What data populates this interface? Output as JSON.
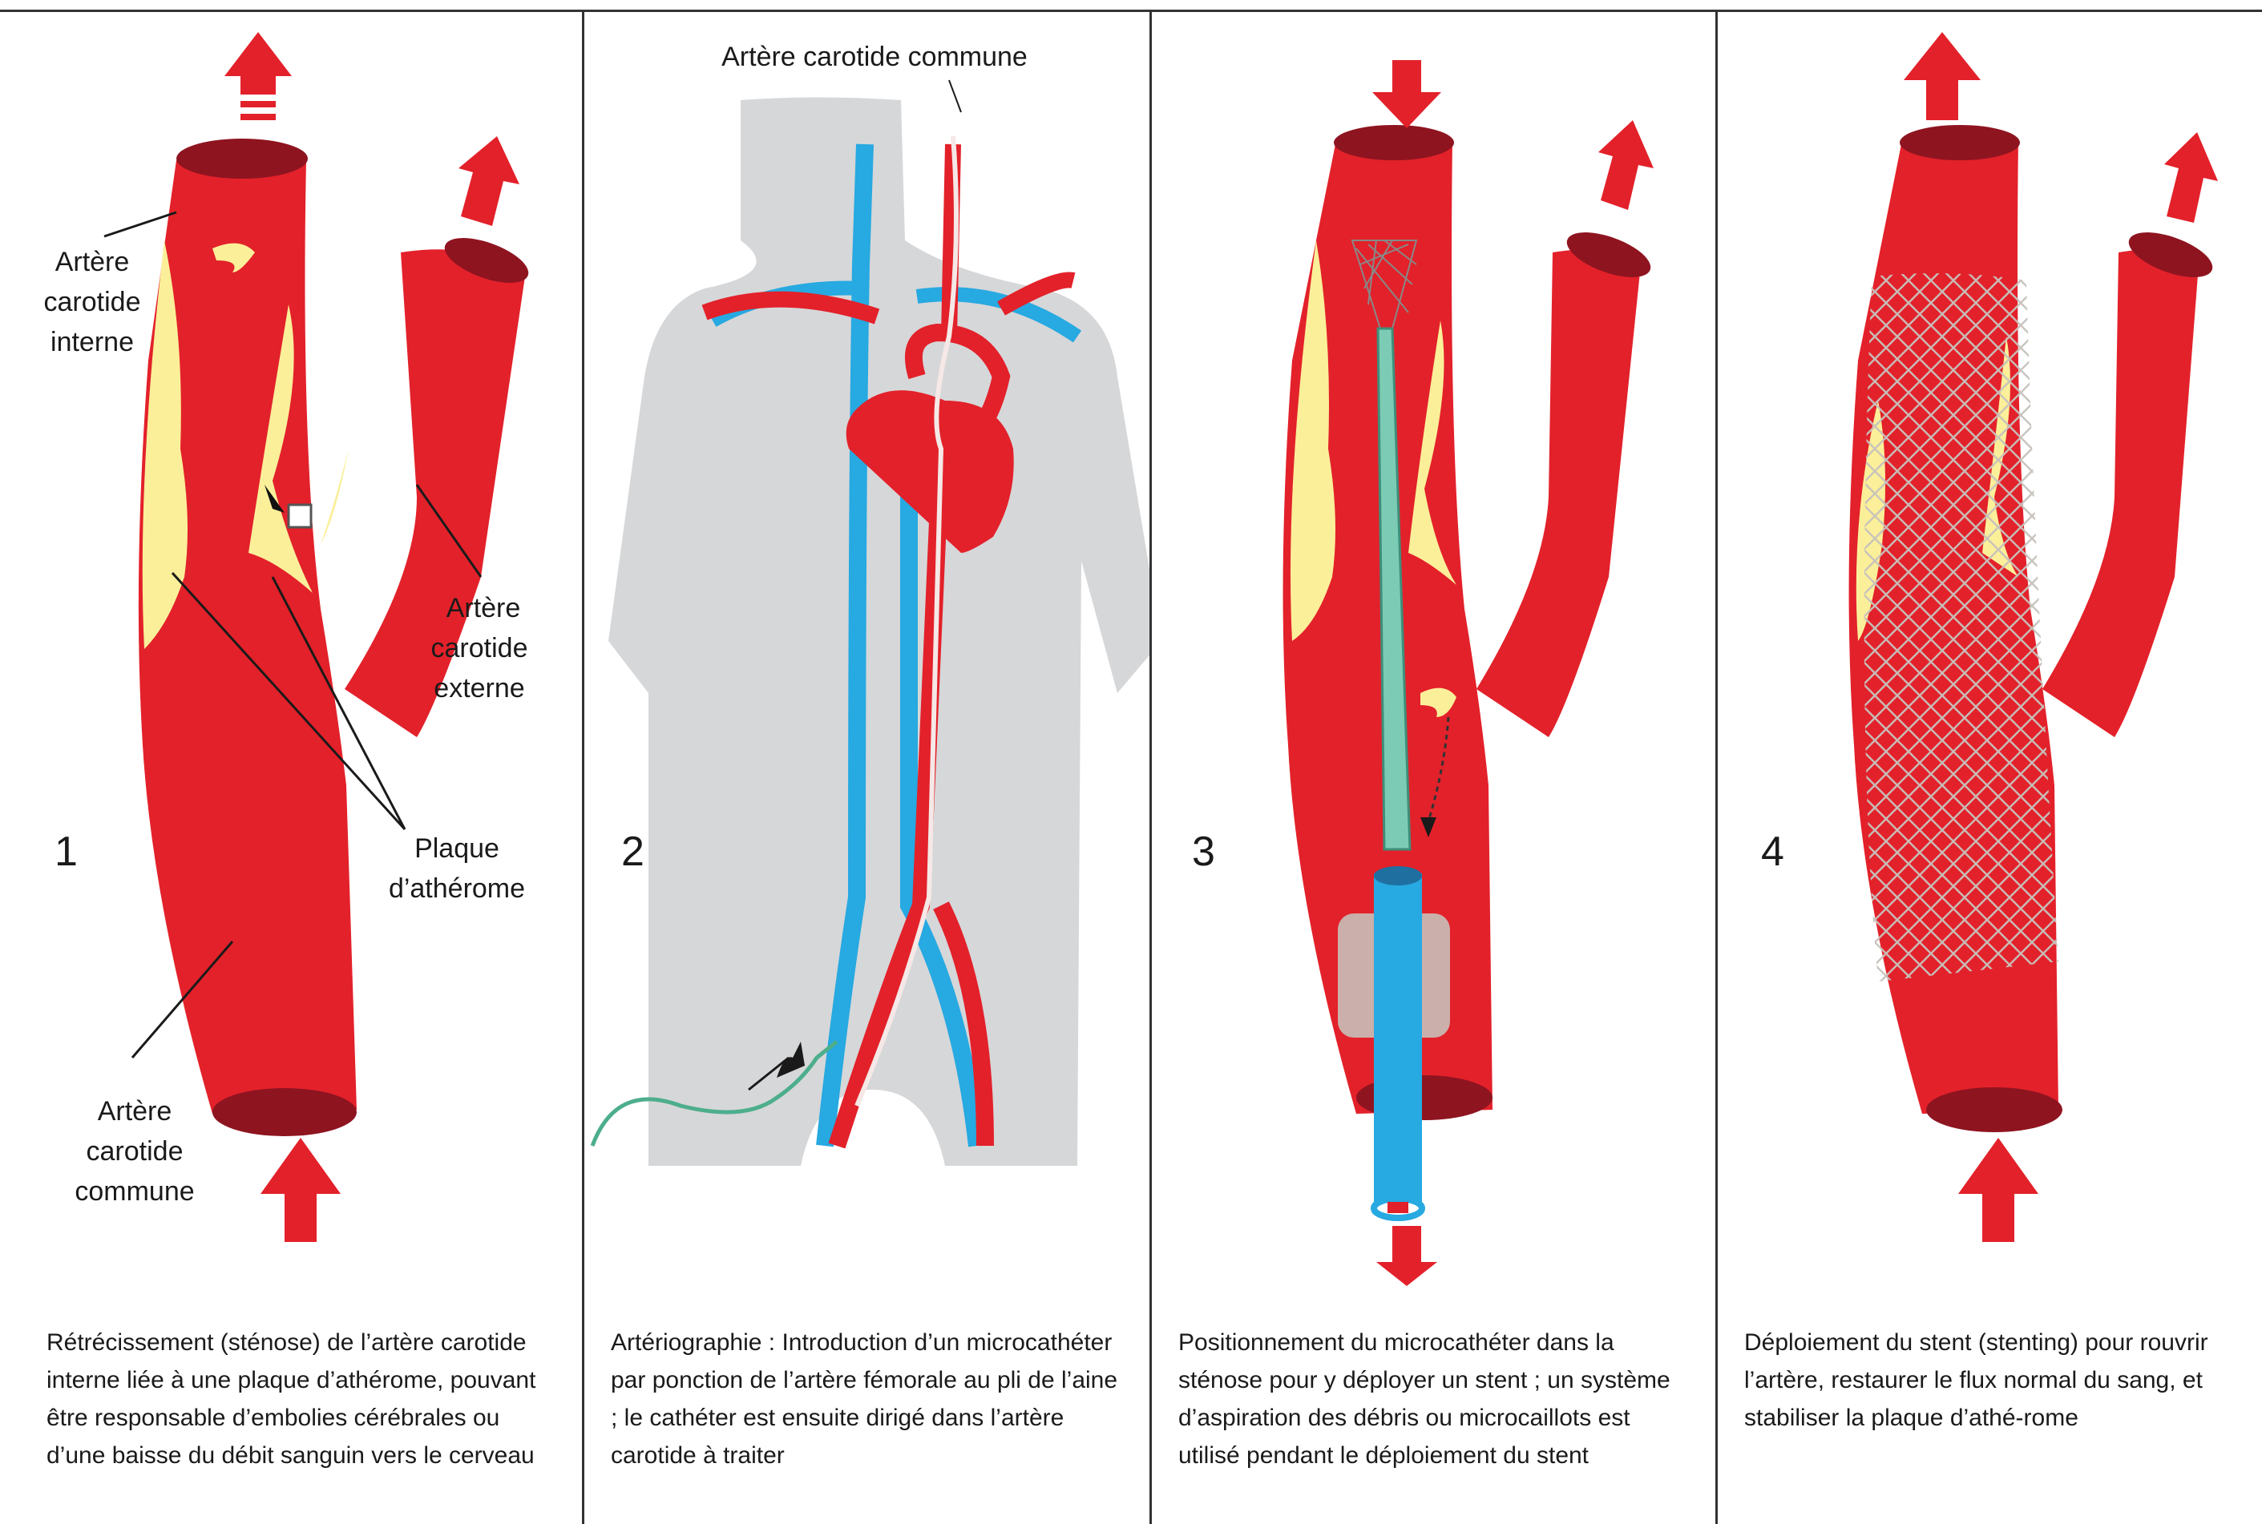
{
  "panels": [
    {
      "number": "1",
      "labels": {
        "internal_1": "Artère",
        "internal_2": "carotide",
        "internal_3": "interne",
        "external_1": "Artère",
        "external_2": "carotide",
        "external_3": "externe",
        "plaque_1": "Plaque",
        "plaque_2": "d’athérome",
        "common_1": "Artère",
        "common_2": "carotide",
        "common_3": "commune"
      },
      "caption": "Rétrécissement (sténose) de l’artère carotide interne liée à une plaque d’athérome, pouvant être responsable d’embolies cérébrales ou d’une baisse du débit sanguin vers le cerveau"
    },
    {
      "number": "2",
      "labels": {
        "top": "Artère carotide commune"
      },
      "caption": "Artériographie : Introduction d’un microcathéter par ponction de l’artère fémorale au pli de l’aine ; le cathéter est ensuite dirigé dans l’artère carotide à traiter"
    },
    {
      "number": "3",
      "caption": "Positionnement du microcathéter dans la sténose pour y déployer un stent ; un système d’aspiration des débris ou microcaillots est utilisé pendant le déploiement du stent"
    },
    {
      "number": "4",
      "caption": "Déploiement du stent (stenting) pour rouvrir l’artère, restaurer le flux normal du sang, et stabiliser la plaque d’athé-rome"
    }
  ],
  "colors": {
    "artery": "#e3212a",
    "artery_dark": "#8e1420",
    "plaque": "#fbef9a",
    "vein": "#27a9e1",
    "body": "#d6d7d9",
    "catheter": "#7ccbb4",
    "stent": "#c7c2bc"
  }
}
